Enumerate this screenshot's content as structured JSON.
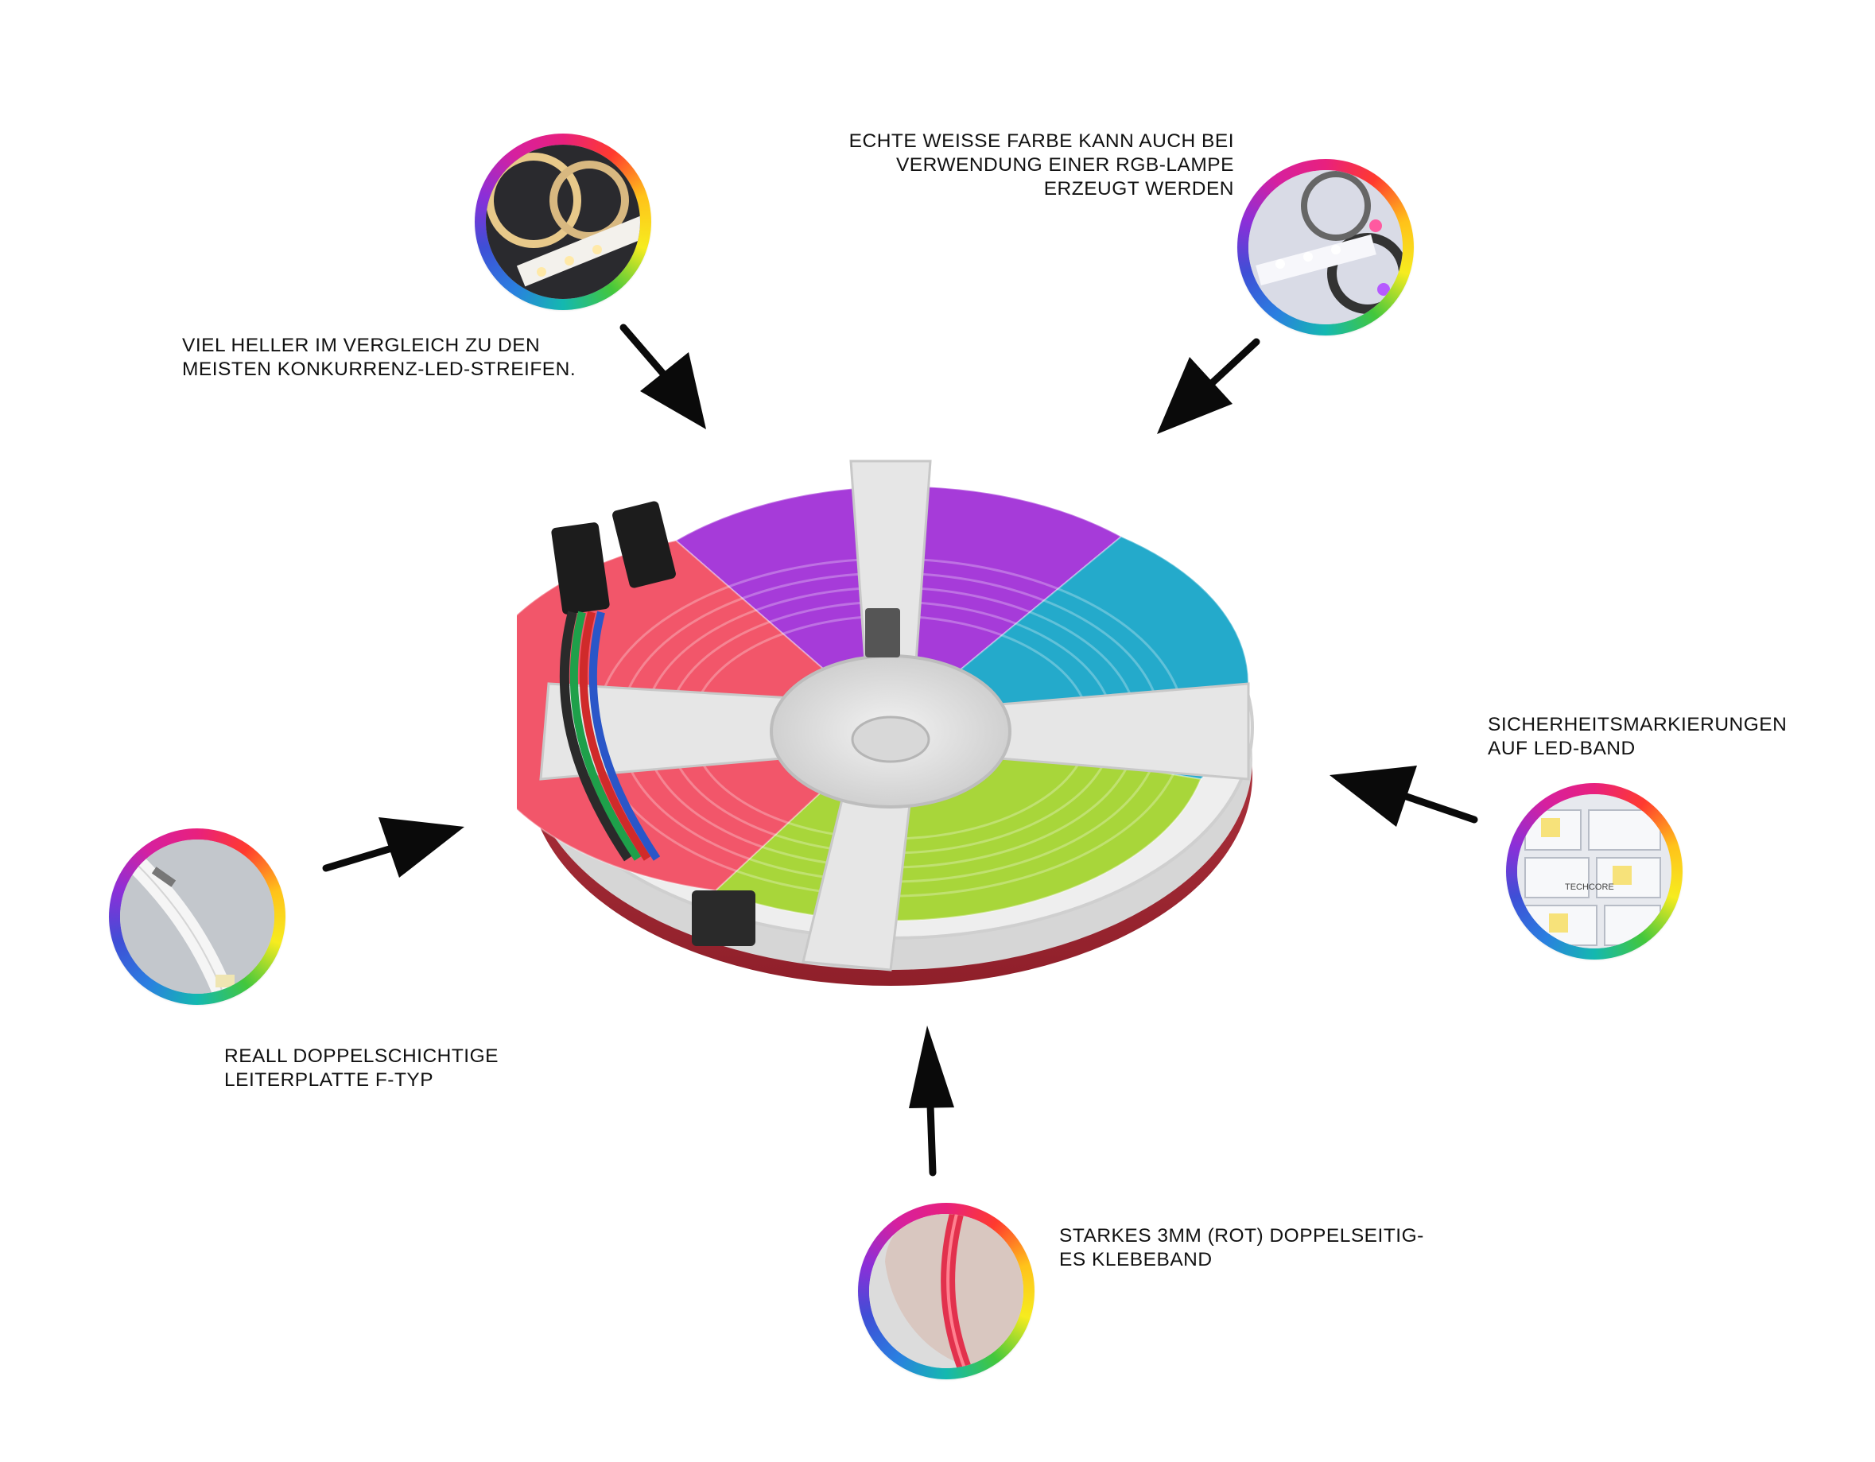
{
  "callouts": {
    "brighter": {
      "lines": [
        "VIEL HELLER IM VERGLEICH ZU DEN",
        "MEISTEN KONKURRENZ-LED-STREIFEN."
      ],
      "icon": "led-strip-warm-closeup"
    },
    "white": {
      "lines": [
        "ECHTE WEIßE FARBE KANN AUCH BEI",
        "VERWENDUNG EINER RGB-LAMPE",
        "ERZEUGT WERDEN"
      ],
      "icon": "rgb-strip-white-closeup"
    },
    "safety": {
      "lines": [
        "SICHERHEITSMARKIERUNGEN",
        "AUF LED-BAND"
      ],
      "icon": "safety-markings-closeup",
      "brand_mark": "TECHCORE"
    },
    "pcb": {
      "lines": [
        "REALL DOPPELSCHICHTIGE",
        "LEITERPLATTE F-TYP"
      ],
      "icon": "pcb-strip-closeup"
    },
    "tape": {
      "lines": [
        "STARKES 3MM (ROT) DOPPELSEITIG-",
        "ES KLEBEBAND"
      ],
      "icon": "red-tape-closeup"
    }
  },
  "reel": {
    "icon": "led-strip-reel"
  },
  "colors": {
    "text": "#111111",
    "arrow": "#0a0a0a",
    "ring": [
      "#e8207e",
      "#ff3a2e",
      "#ffc21a",
      "#f6ec1f",
      "#43c73c",
      "#14b8b0",
      "#2a7fe0",
      "#3e4fd6",
      "#8b2fd8"
    ],
    "reel_sectors": [
      "#a63bd9",
      "#2e8fe0",
      "#1fc9a0",
      "#9bd43a",
      "#f4d21e",
      "#ff5a3c",
      "#ef2e8c"
    ],
    "tape_red": "#b8323a"
  }
}
